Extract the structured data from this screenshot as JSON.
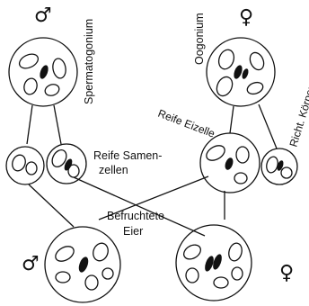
{
  "labels": {
    "male_symbol": "♂",
    "female_symbol": "♀",
    "spermatogonium": "Spermatogonium",
    "oogonium": "Oogonium",
    "reife_samenzellen_line1": "Reife Samen-",
    "reife_samenzellen_line2": "zellen",
    "reife_eizelle": "Reife Eizelle",
    "richt_koerper": "Richt. Körper",
    "befruchtete_line1": "Befruchtete",
    "befruchtete_line2": "Eier"
  },
  "colors": {
    "ink": "#111111",
    "paper": "#ffffff"
  }
}
